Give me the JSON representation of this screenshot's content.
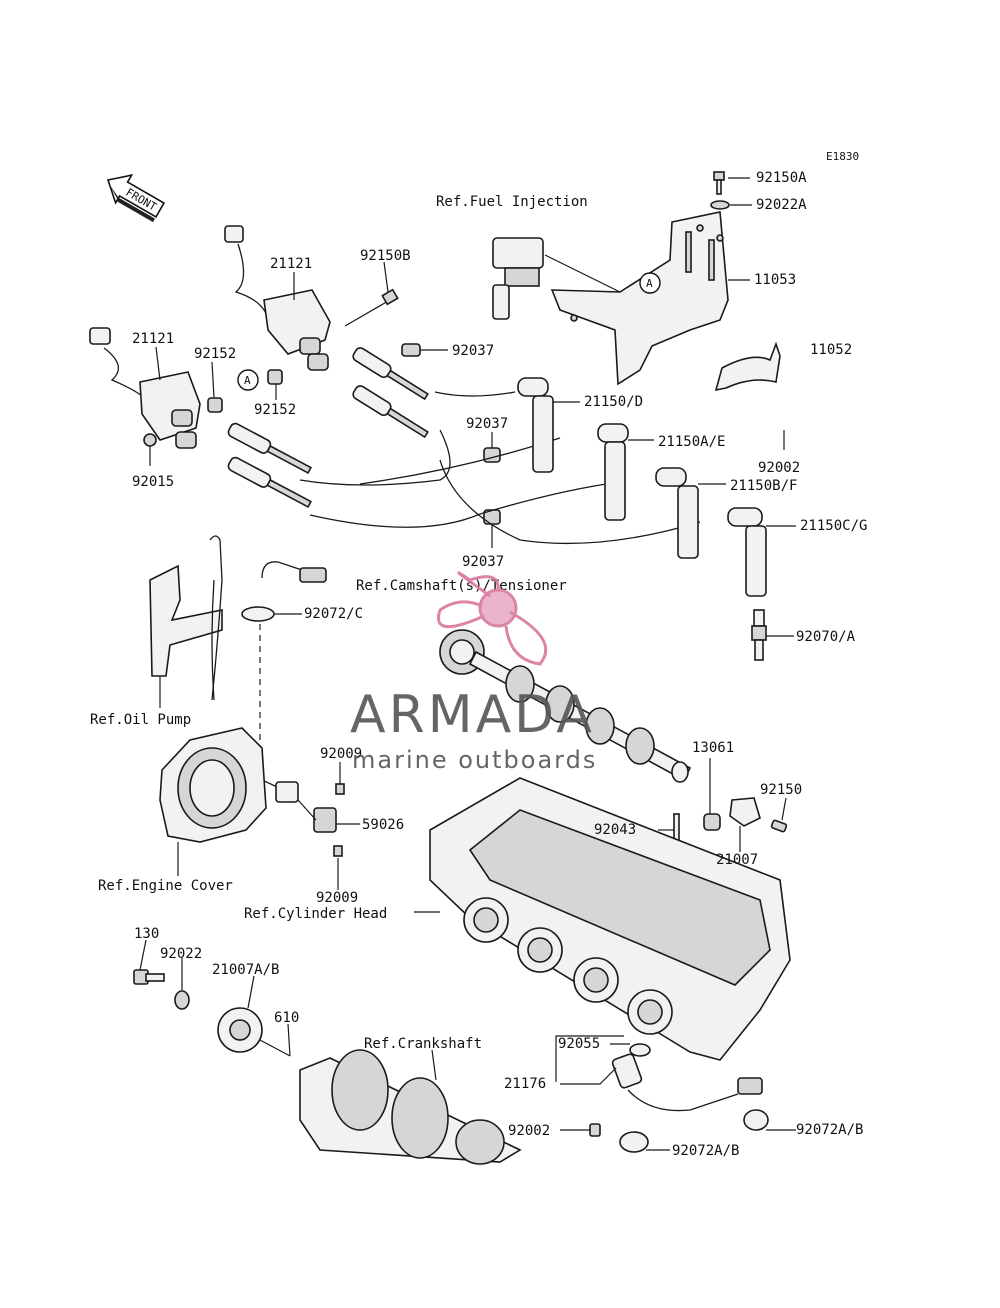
{
  "diagram_code": "E1830",
  "front_label": "FRONT",
  "reference_marker": "A",
  "watermark": {
    "brand": "ARMADA",
    "tagline": "marine outboards",
    "brand_color": "#555555",
    "logo_color": "#d9779e"
  },
  "labels": {
    "ref_fuel_injection": "Ref.Fuel Injection",
    "p92150A": "92150A",
    "p92022A": "92022A",
    "p11053": "11053",
    "p11052": "11052",
    "p21121_upper": "21121",
    "p21121_lower": "21121",
    "p92150B": "92150B",
    "p92037_top": "92037",
    "p92152_left": "92152",
    "p92152_right": "92152",
    "p92015": "92015",
    "p21150D": "21150/D",
    "p92037_mid": "92037",
    "p21150AE": "21150A/E",
    "p92002_top": "92002",
    "p21150BF": "21150B/F",
    "p21150CG": "21150C/G",
    "p92037_low": "92037",
    "ref_camshaft_tensioner": "Ref.Camshaft(s)/Tensioner",
    "p92072C": "92072/C",
    "p92070A": "92070/A",
    "ref_oil_pump": "Ref.Oil Pump",
    "p92009_top": "92009",
    "p13061": "13061",
    "p92150": "92150",
    "p92043": "92043",
    "p59026": "59026",
    "p21007": "21007",
    "ref_engine_cover": "Ref.Engine Cover",
    "p92009_low": "92009",
    "ref_cylinder_head": "Ref.Cylinder Head",
    "p130": "130",
    "p92022": "92022",
    "p21007AB": "21007A/B",
    "p610": "610",
    "ref_crankshaft": "Ref.Crankshaft",
    "p92055": "92055",
    "p21176": "21176",
    "p92002_low": "92002",
    "p92072AB_left": "92072A/B",
    "p92072AB_right": "92072A/B"
  }
}
